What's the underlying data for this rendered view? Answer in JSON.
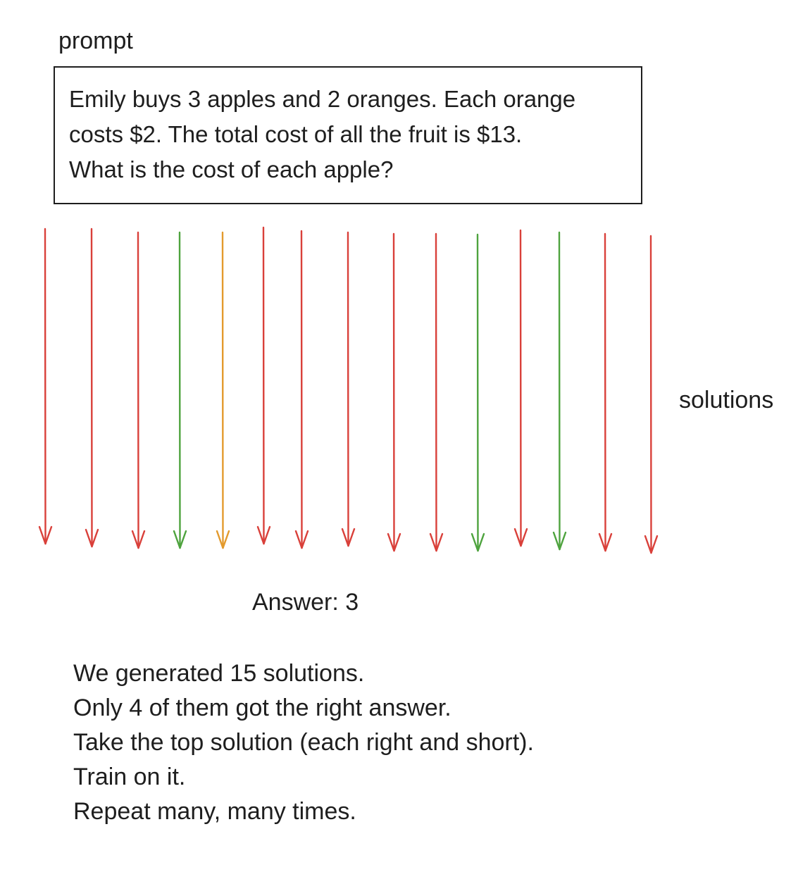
{
  "prompt_label": "prompt",
  "prompt_lines": [
    "Emily buys 3 apples and 2 oranges. Each orange",
    "costs $2. The total cost of all the fruit is $13.",
    "What is the cost of each apple?"
  ],
  "solutions_label": "solutions",
  "answer_label": "Answer: 3",
  "solution_arrows": [
    {
      "status": "wrong"
    },
    {
      "status": "wrong"
    },
    {
      "status": "wrong"
    },
    {
      "status": "right"
    },
    {
      "status": "partial"
    },
    {
      "status": "wrong"
    },
    {
      "status": "wrong"
    },
    {
      "status": "wrong"
    },
    {
      "status": "wrong"
    },
    {
      "status": "wrong"
    },
    {
      "status": "right"
    },
    {
      "status": "wrong"
    },
    {
      "status": "right"
    },
    {
      "status": "wrong"
    },
    {
      "status": "wrong"
    }
  ],
  "status_colors": {
    "wrong": "#d9403a",
    "right": "#4ea33e",
    "partial": "#e39a2d"
  },
  "notes": [
    "We generated 15 solutions.",
    "Only 4 of them got the right answer.",
    "Take the top solution (each right and short).",
    "Train on it.",
    "Repeat many, many times."
  ]
}
